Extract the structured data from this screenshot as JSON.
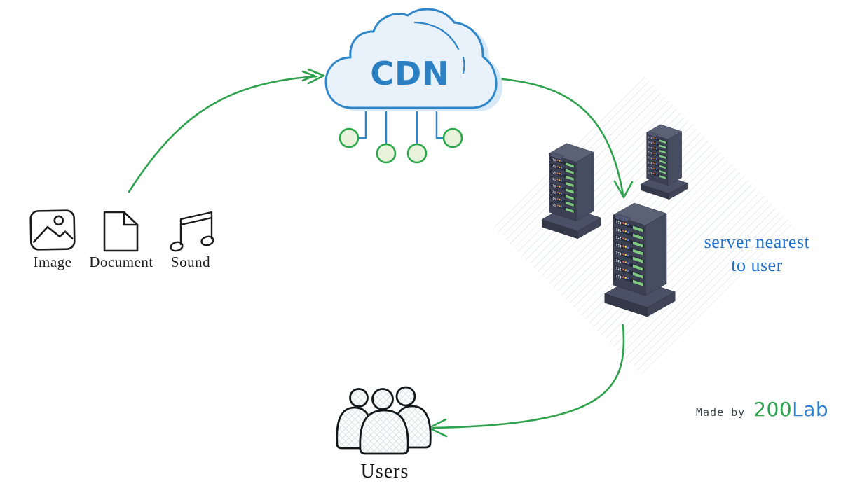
{
  "cloud": {
    "label": "CDN"
  },
  "sources": {
    "items": [
      {
        "id": "image",
        "label": "Image"
      },
      {
        "id": "document",
        "label": "Document"
      },
      {
        "id": "sound",
        "label": "Sound"
      }
    ]
  },
  "servers": {
    "count": 3,
    "caption": {
      "line1": "server nearest",
      "line2": "to user"
    }
  },
  "users": {
    "label": "Users"
  },
  "credit": {
    "prefix": "Made by",
    "brand": [
      {
        "text": "200",
        "color": "#2aa44d"
      },
      {
        "text": "Lab",
        "color": "#2b7fd0"
      }
    ]
  },
  "colors": {
    "arrow_green": "#2ea24c",
    "cloud_stroke_blue": "#2e86c9",
    "cloud_fill": "#e9f2fa",
    "cloud_shadow": "#d7e8f6",
    "edge_node_fill": "#e9f2da",
    "edge_node_stroke": "#2ba84a",
    "server_rack_face": "#3b4053",
    "server_top": "#5c6276",
    "server_side": "#474d61",
    "server_panel_green": "#7fc97f",
    "led_red": "#e25d5d",
    "led_yellow": "#ecc94b",
    "led_blue": "#5b79e3",
    "caption_blue": "#1c70cc"
  }
}
